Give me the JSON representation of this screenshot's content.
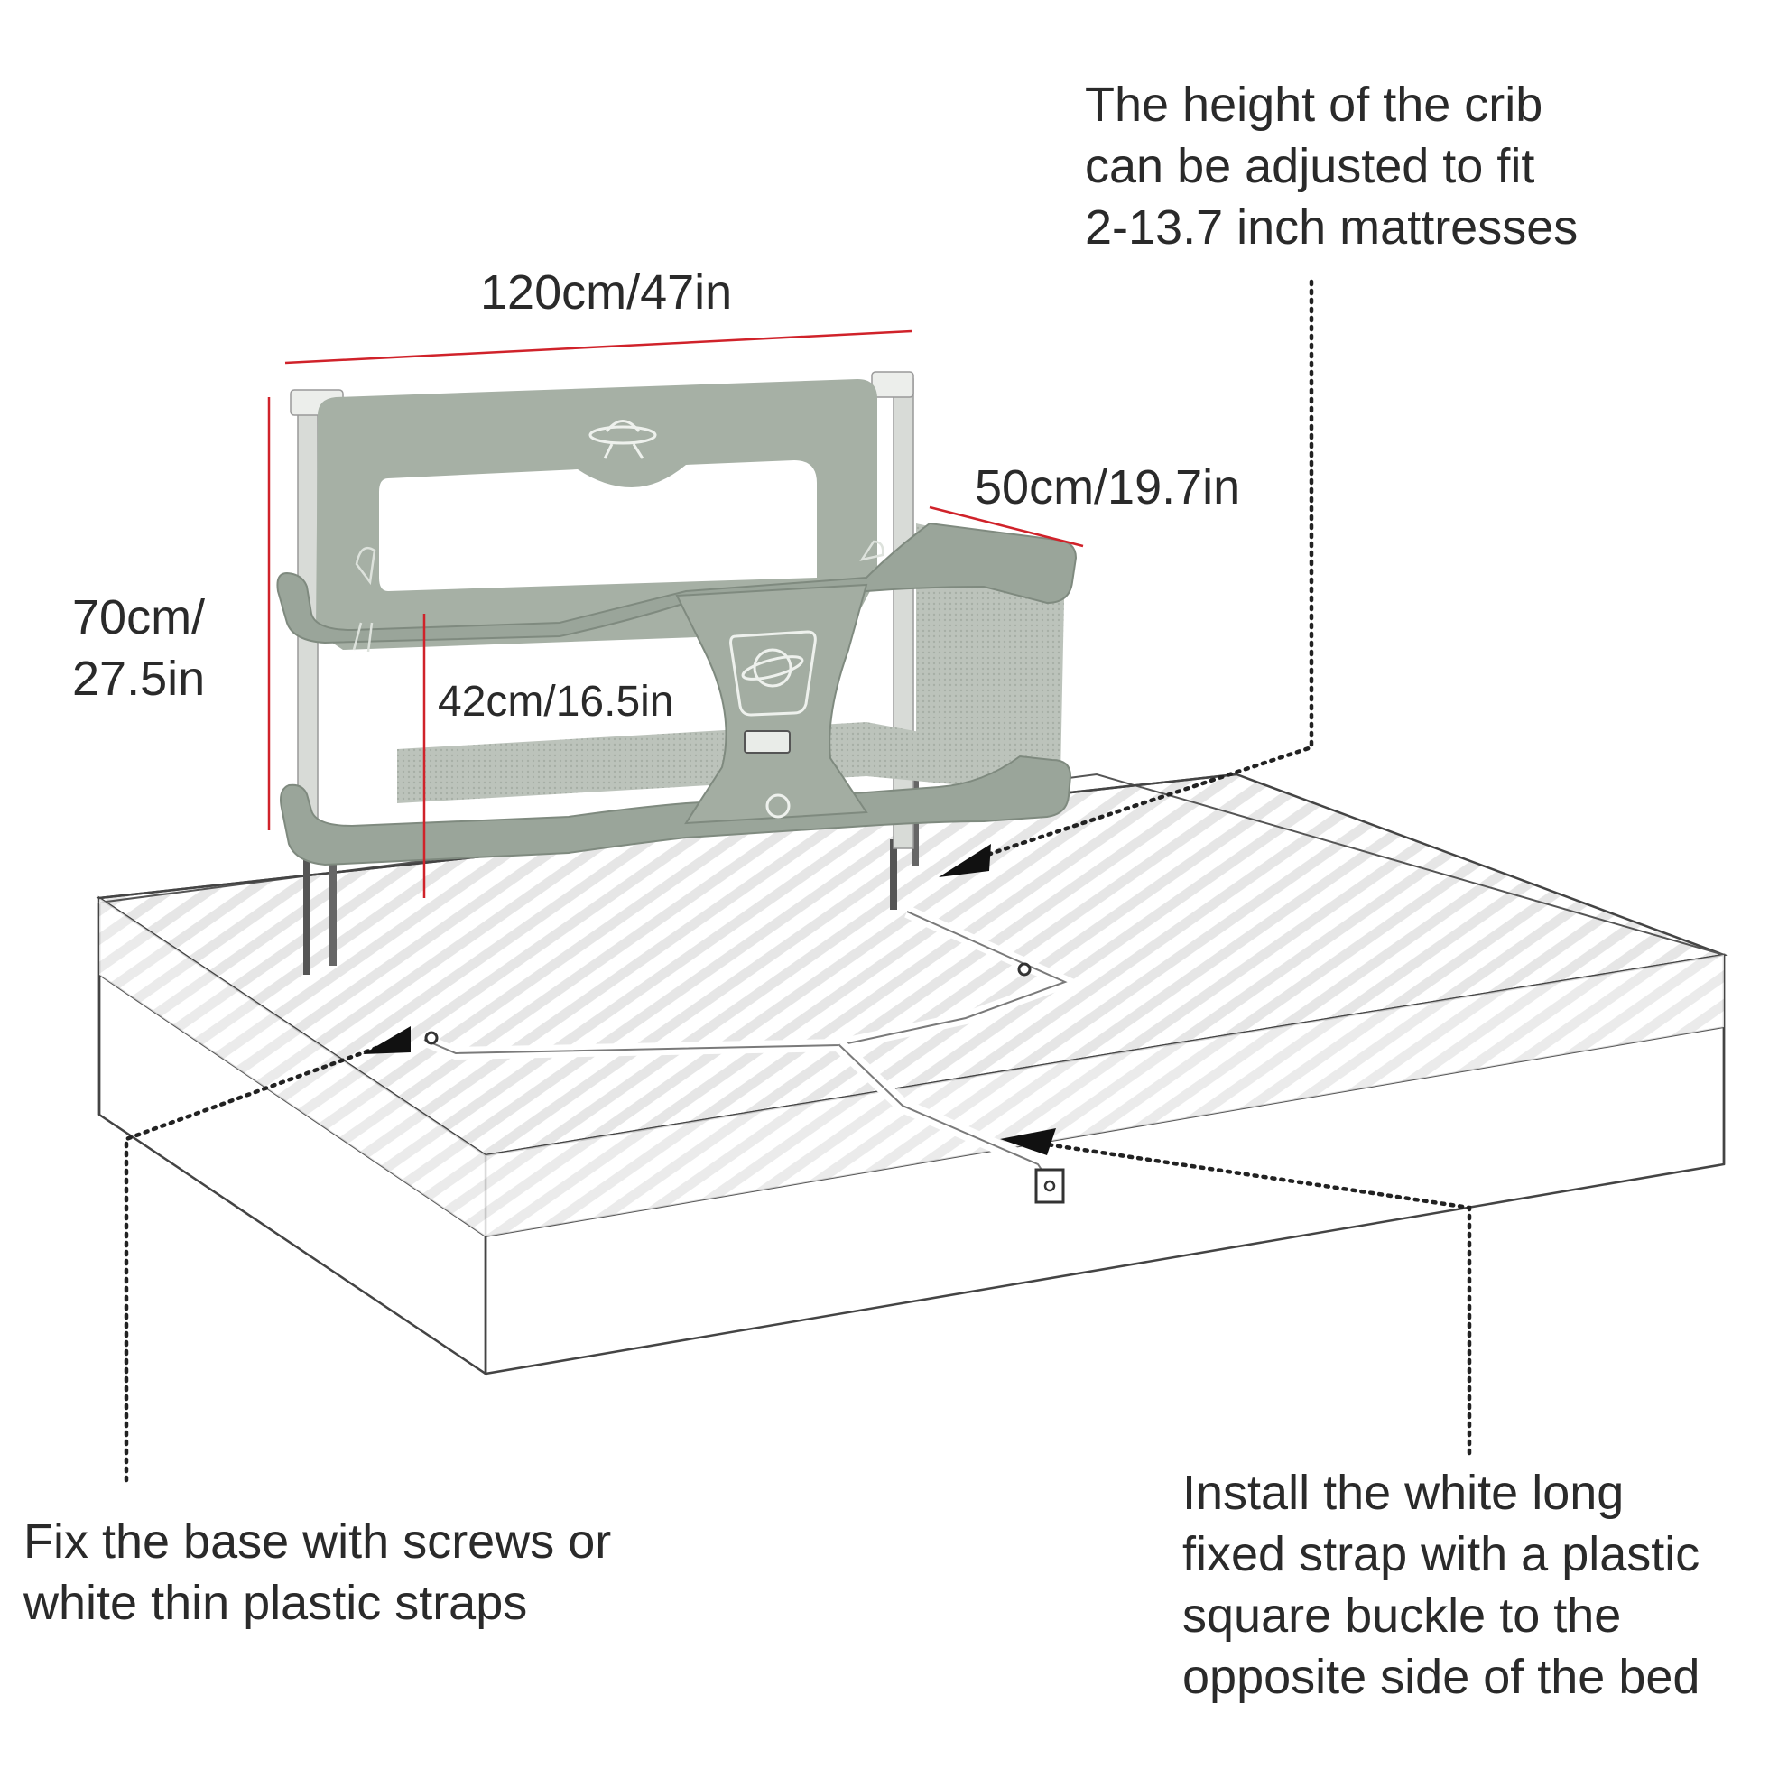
{
  "labels": {
    "crib_height_note": {
      "line1": "The height of the crib",
      "line2": "can be adjusted to fit",
      "line3": "2-13.7 inch mattresses"
    },
    "width_dimension": "120cm/47in",
    "depth_dimension": "50cm/19.7in",
    "total_height": {
      "line1": "70cm/",
      "line2": "27.5in"
    },
    "inner_height": "42cm/16.5in",
    "base_fix_note": {
      "line1": "Fix the base with screws or",
      "line2": "white thin plastic straps"
    },
    "strap_note": {
      "line1": "Install the white long",
      "line2": "fixed strap with a plastic",
      "line3": "square buckle to the",
      "line4": "opposite side of the bed"
    }
  },
  "colors": {
    "crib_fabric": "#a9b3a8",
    "crib_frame": "#9aa59a",
    "dimension_line": "#d0222a",
    "outline": "#3a3a3a",
    "text": "#2a2a2a"
  },
  "icons": {
    "crib_top_logo": "ufo-icon",
    "crib_center_logo": "planet-icon",
    "crib_side_logo": "rocket-icon"
  }
}
